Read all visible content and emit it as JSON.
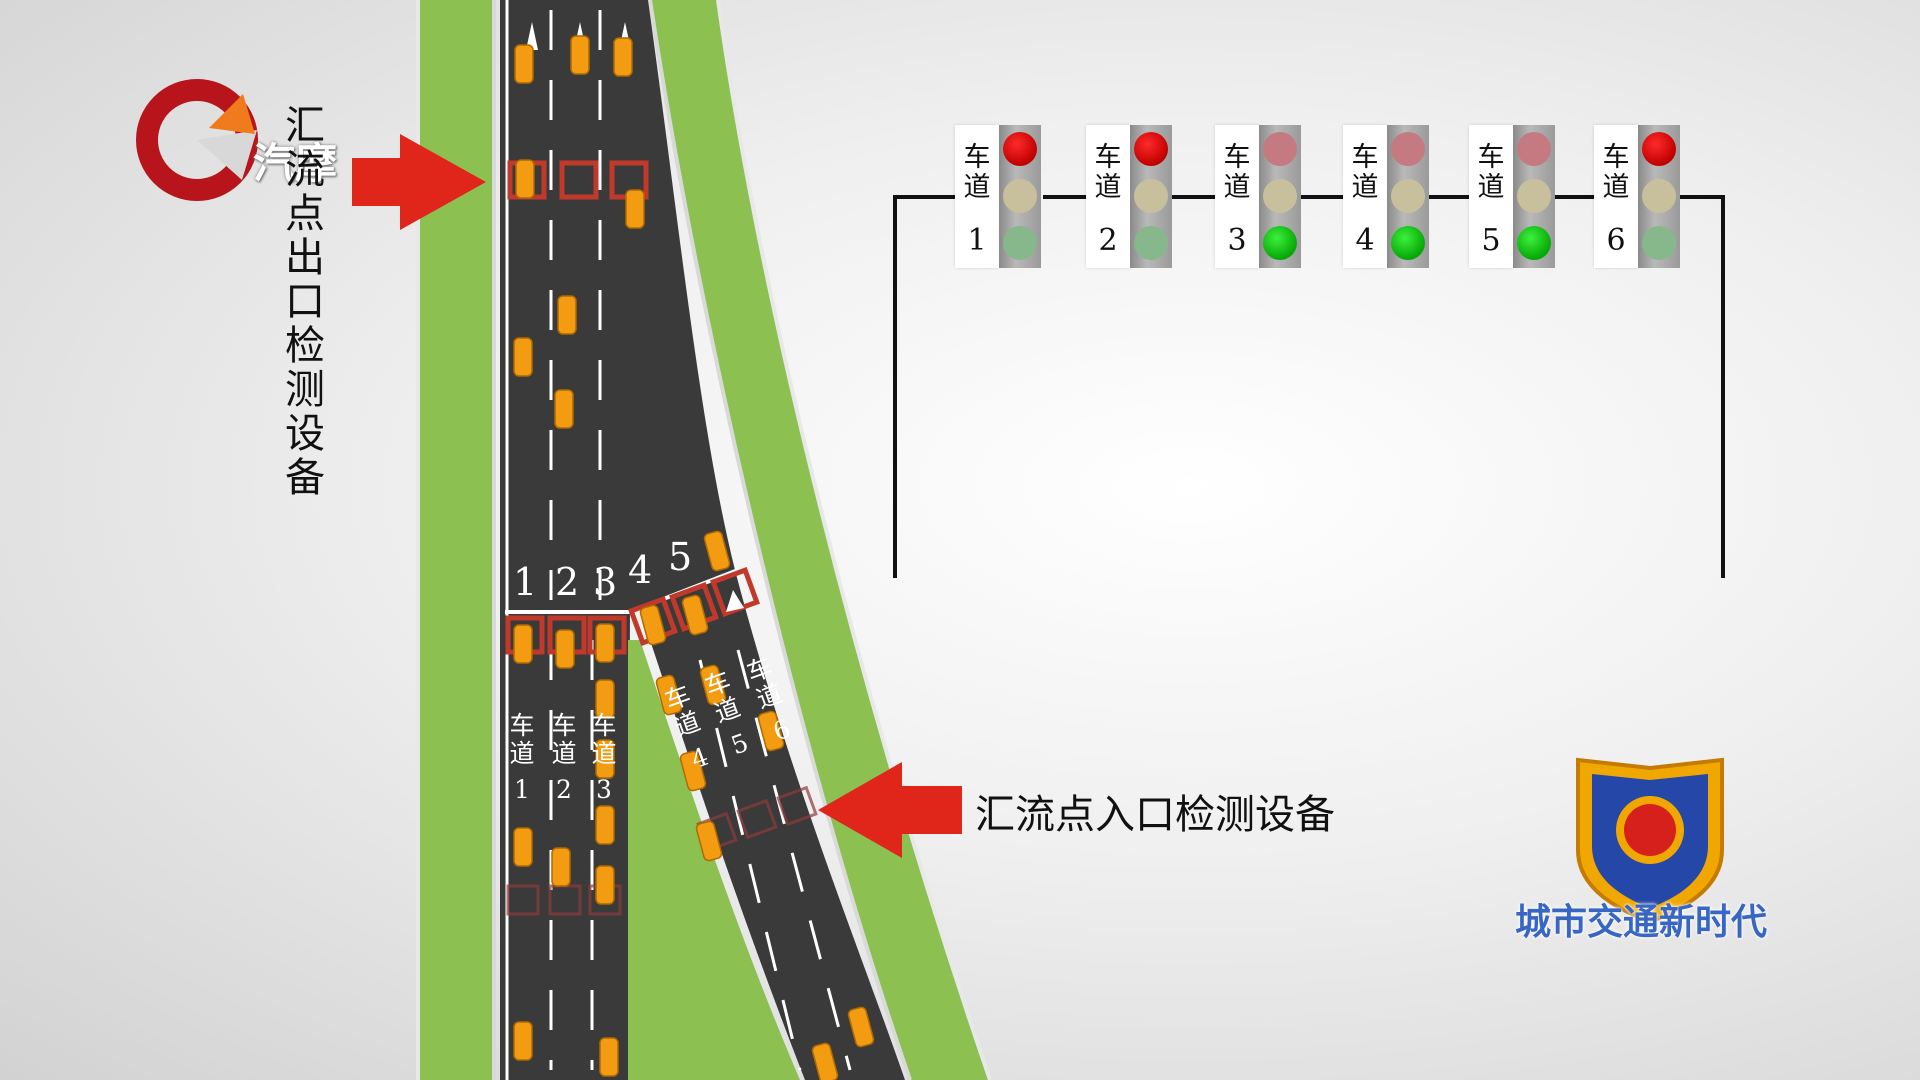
{
  "logo": {
    "text": "汽摩"
  },
  "exit_label": "汇流点出口检测设备",
  "entry_label": "汇流点入口检测设备",
  "lane_numbers": [
    "1",
    "2",
    "3",
    "4",
    "5"
  ],
  "lane_labels": [
    {
      "prefix": "车道",
      "number": "1"
    },
    {
      "prefix": "车道",
      "number": "2"
    },
    {
      "prefix": "车道",
      "number": "3"
    },
    {
      "prefix": "车道",
      "number": "4"
    },
    {
      "prefix": "车道",
      "number": "5"
    },
    {
      "prefix": "车道",
      "number": "6"
    }
  ],
  "signals": [
    {
      "label": "车道",
      "number": "1",
      "state": "red"
    },
    {
      "label": "车道",
      "number": "2",
      "state": "red"
    },
    {
      "label": "车道",
      "number": "3",
      "state": "green"
    },
    {
      "label": "车道",
      "number": "4",
      "state": "green"
    },
    {
      "label": "车道",
      "number": "5",
      "state": "green"
    },
    {
      "label": "车道",
      "number": "6",
      "state": "red"
    }
  ],
  "badge": {
    "text": "城市交通新时代"
  },
  "colors": {
    "road": "#3a3a3a",
    "grass": "#8cc152",
    "arrow": "#e0261b",
    "car": "#f39c12",
    "detector": "#c0392b"
  }
}
